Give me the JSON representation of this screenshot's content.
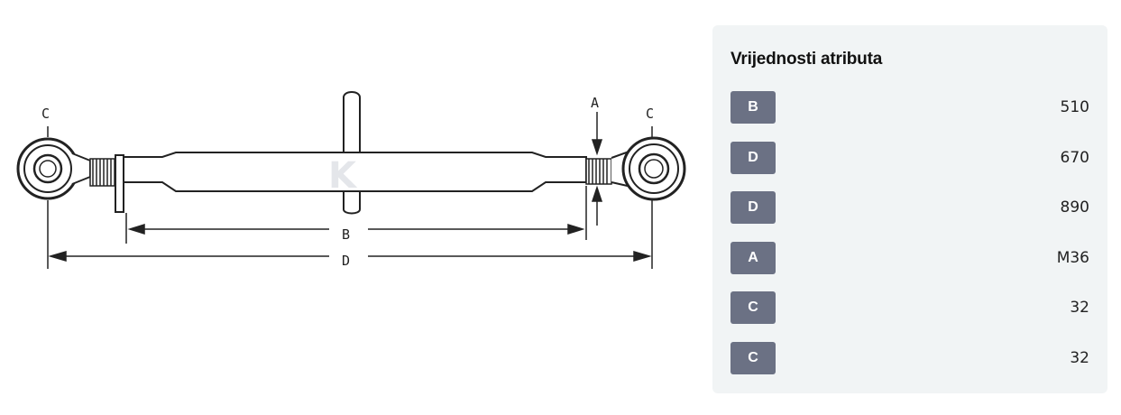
{
  "diagram": {
    "labels": {
      "c_left": "C",
      "c_right": "C",
      "a": "A",
      "b": "B",
      "d": "D"
    },
    "watermark": "K"
  },
  "attributes": {
    "title": "Vrijednosti atributa",
    "rows": [
      {
        "key": "B",
        "value": "510"
      },
      {
        "key": "D",
        "value": "670"
      },
      {
        "key": "D",
        "value": "890"
      },
      {
        "key": "A",
        "value": "M36"
      },
      {
        "key": "C",
        "value": "32"
      },
      {
        "key": "C",
        "value": "32"
      }
    ]
  },
  "colors": {
    "badge_bg": "#6b7184",
    "panel_bg": "#f1f4f5"
  }
}
